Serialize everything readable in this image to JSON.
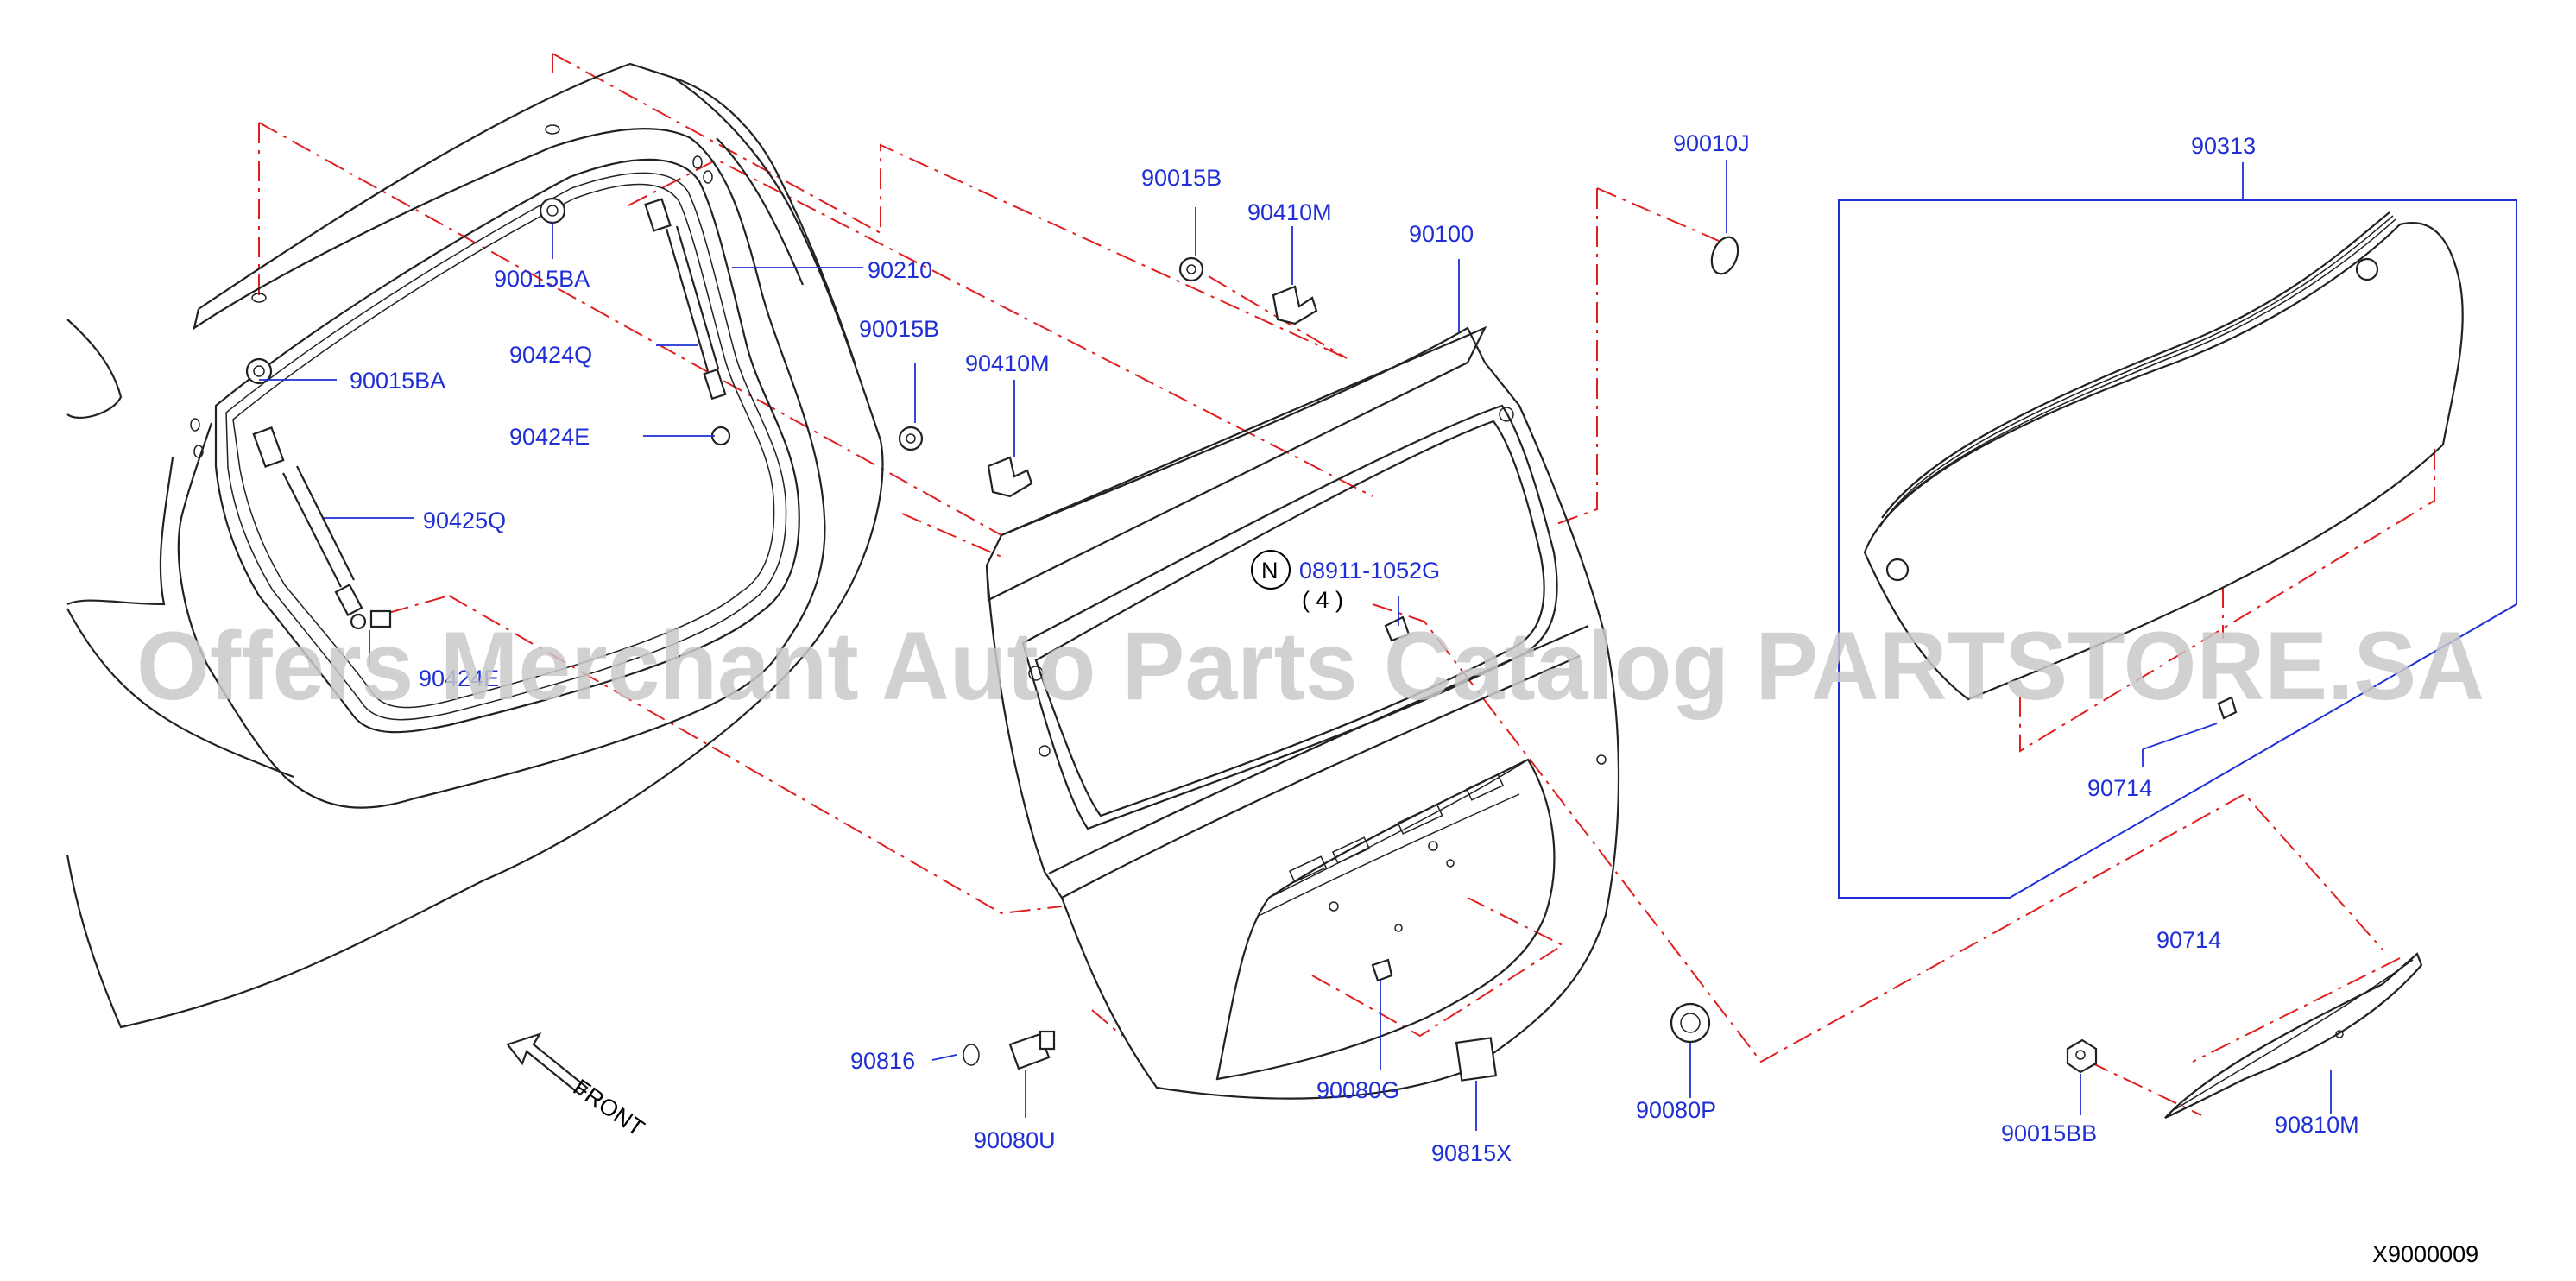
{
  "diagram_id": "X9000009",
  "watermark": "Offers Merchant Auto Parts Catalog PARTSTORE.SA",
  "front_label": "FRONT",
  "note_symbol": "N",
  "note_part": "08911-1052G",
  "note_qty": "( 4 )",
  "labels": {
    "p90015BA_a": "90015BA",
    "p90015BA_b": "90015BA",
    "p90210": "90210",
    "p90424Q": "90424Q",
    "p90424E_a": "90424E",
    "p90425Q": "90425Q",
    "p90424E_b": "90424E",
    "p90015B_a": "90015B",
    "p90410M_a": "90410M",
    "p90015B_b": "90015B",
    "p90410M_b": "90410M",
    "p90100": "90100",
    "p90010J": "90010J",
    "p90313": "90313",
    "p90714_a": "90714",
    "p90714_b": "90714",
    "p90816": "90816",
    "p90080U": "90080U",
    "p90080G": "90080G",
    "p90815X": "90815X",
    "p90080P": "90080P",
    "p90015BB": "90015BB",
    "p90810M": "90810M"
  }
}
